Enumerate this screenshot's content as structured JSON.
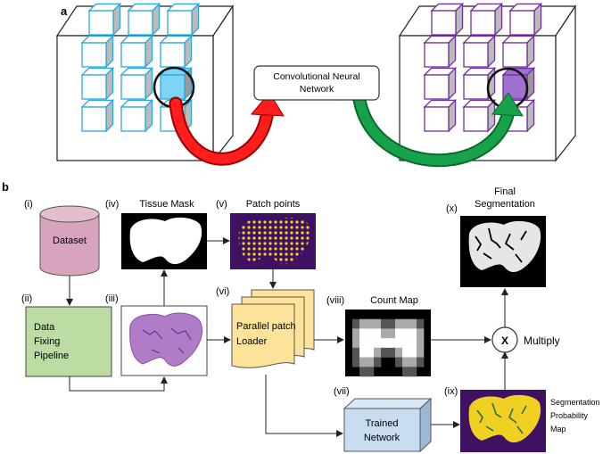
{
  "panel_a": {
    "label": "a",
    "cnn_line1": "Convolutional Neural",
    "cnn_line2": "Network"
  },
  "panel_b": {
    "label": "b",
    "steps": {
      "i": {
        "num": "(i)",
        "title": "Dataset"
      },
      "ii": {
        "num": "(ii)",
        "line1": "Data",
        "line2": "Fixing",
        "line3": "Pipeline"
      },
      "iii": {
        "num": "(iii)"
      },
      "iv": {
        "num": "(iv)",
        "title": "Tissue Mask"
      },
      "v": {
        "num": "(v)",
        "title": "Patch points"
      },
      "vi": {
        "num": "(vi)",
        "line1": "Parallel patch",
        "line2": "Loader"
      },
      "vii": {
        "num": "(vii)",
        "line1": "Trained",
        "line2": "Network"
      },
      "viii": {
        "num": "(viii)",
        "title": "Count Map"
      },
      "ix": {
        "num": "(ix)",
        "line1": "Segmentation",
        "line2": "Probability",
        "line3": "Map"
      },
      "x": {
        "num": "(x)",
        "line1": "Final",
        "line2": "Segmentation"
      }
    },
    "multiply_symbol": "X",
    "multiply_label": "Multiply"
  },
  "colors": {
    "cube_blue": "#29a9e0",
    "cube_blue_fill": "#7fd3f5",
    "cube_purple": "#7030a0",
    "cube_purple_fill": "#a070d0",
    "arrow_red": "#ee1111",
    "arrow_green": "#119944",
    "dataset_fill": "#d4a0b8",
    "pipeline_fill": "#b8d9a0",
    "loader_fill": "#fde39a",
    "network_fill": "#c8ddf0",
    "heatmap_bg": "#3a1060",
    "heatmap_fg": "#f0d020"
  }
}
